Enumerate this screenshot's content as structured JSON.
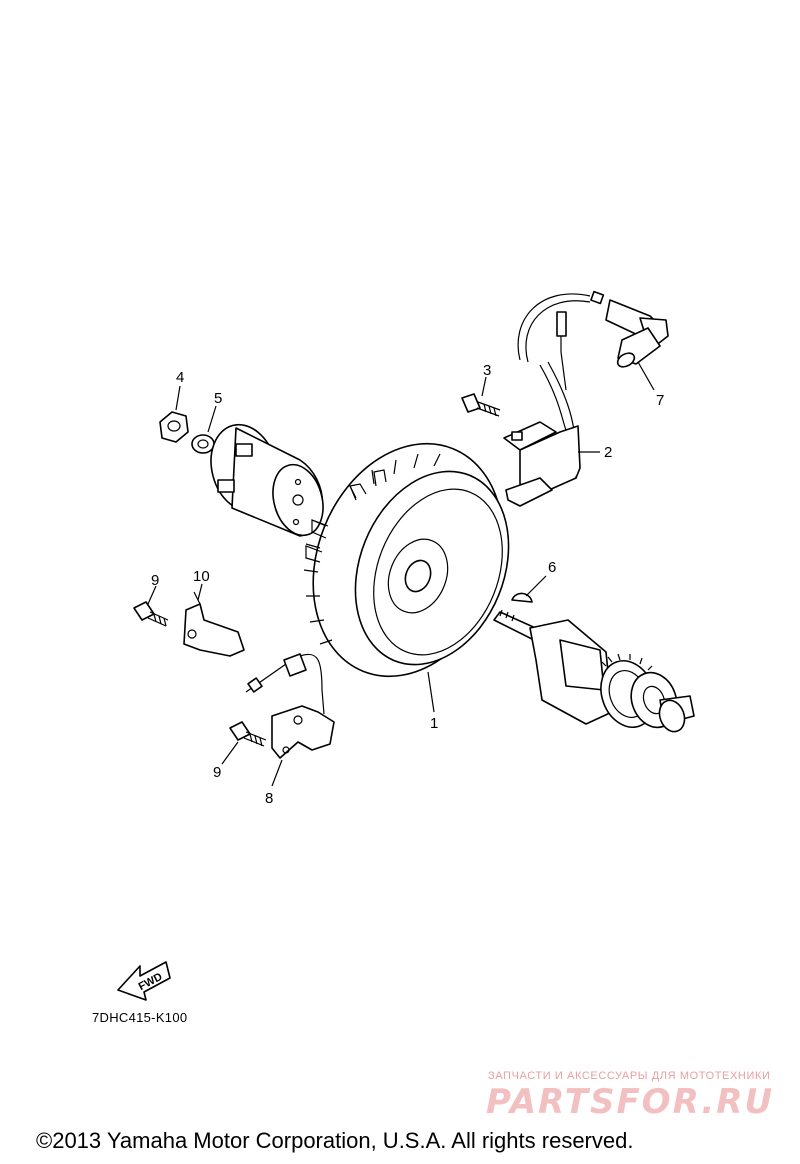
{
  "callouts": {
    "c1": "1",
    "c2": "2",
    "c3": "3",
    "c4": "4",
    "c5": "5",
    "c6": "6",
    "c7": "7",
    "c8": "8",
    "c9a": "9",
    "c9b": "9",
    "c10": "10"
  },
  "fwd_label": "FWD",
  "diagram_code": "7DHC415-K100",
  "watermark": {
    "subtitle": "ЗАПЧАСТИ И АКСЕССУАРЫ ДЛЯ МОТОТЕХНИКИ",
    "logo": "PARTSFOR.RU"
  },
  "copyright": "©2013 Yamaha Motor Corporation, U.S.A. All rights reserved."
}
